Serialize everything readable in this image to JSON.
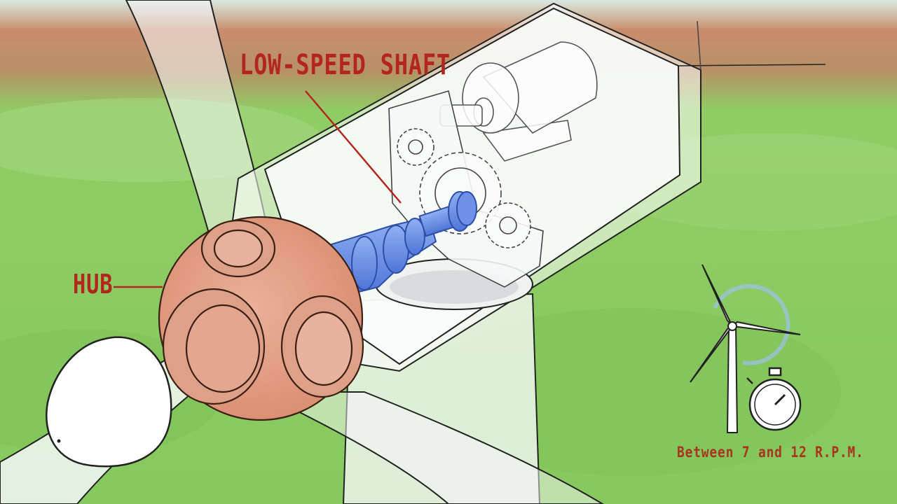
{
  "labels": {
    "low_speed_shaft": "LOW-SPEED SHAFT",
    "hub": "HUB",
    "speed_caption": "Between 7 and 12 R.P.M."
  },
  "colors": {
    "label_red": "#b3261e",
    "hub_copper": "#e29f84",
    "shaft_blue": "#6a93e6",
    "grass": "#8fcf6a",
    "outline": "#1f1f1f"
  },
  "icons": {
    "turbine": "wind-turbine-icon",
    "timer": "stopwatch-icon"
  }
}
